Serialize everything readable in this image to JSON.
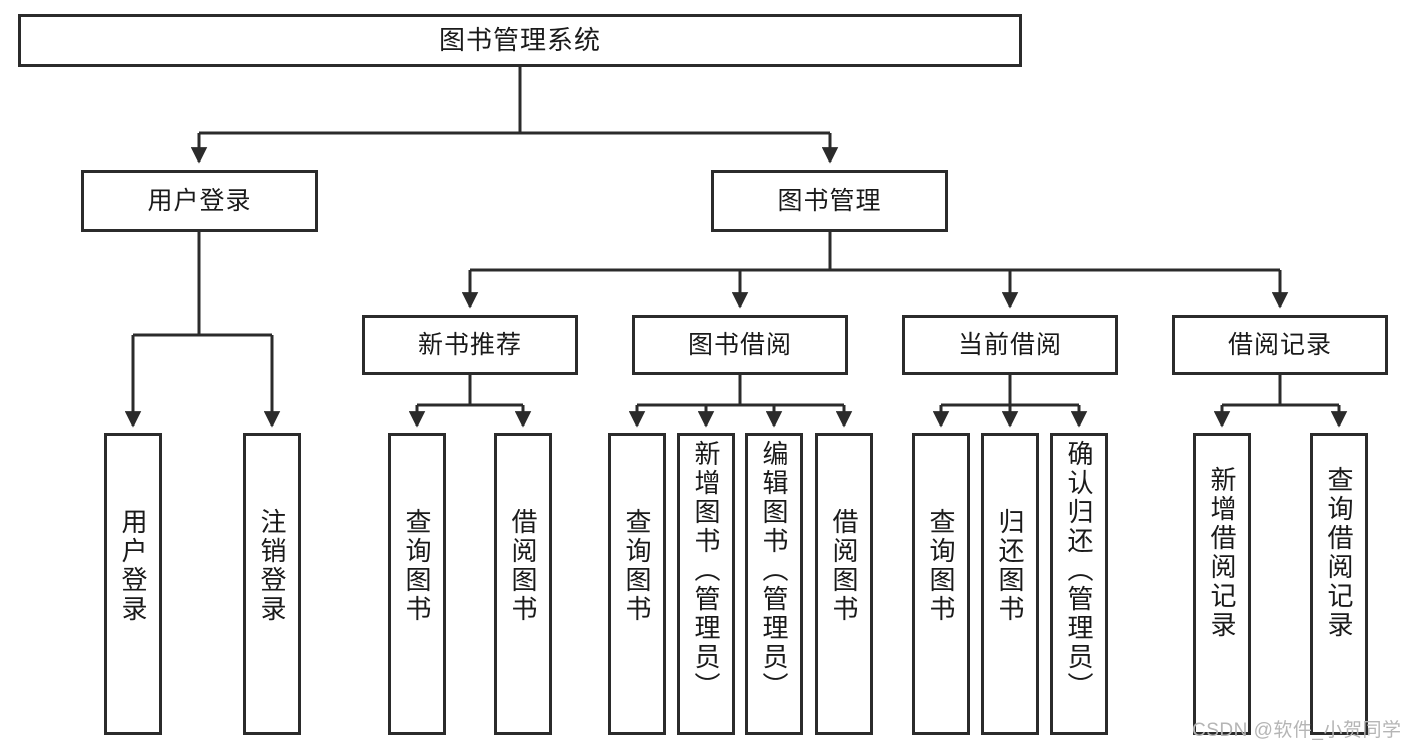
{
  "diagram": {
    "title": "图书管理系统",
    "root": {
      "label": "图书管理系统"
    },
    "level2": [
      {
        "label": "用户登录"
      },
      {
        "label": "图书管理"
      }
    ],
    "level3": [
      {
        "label": "新书推荐"
      },
      {
        "label": "图书借阅"
      },
      {
        "label": "当前借阅"
      },
      {
        "label": "借阅记录"
      }
    ],
    "leaves": {
      "user_login": [
        {
          "label": "用户登录"
        },
        {
          "label": "注销登录"
        }
      ],
      "new_book_recommend": [
        {
          "label": "查询图书"
        },
        {
          "label": "借阅图书"
        }
      ],
      "book_borrow": [
        {
          "label": "查询图书"
        },
        {
          "label": "新增图书（管理员）"
        },
        {
          "label": "编辑图书（管理员）"
        },
        {
          "label": "借阅图书"
        }
      ],
      "current_borrow": [
        {
          "label": "查询图书"
        },
        {
          "label": "归还图书"
        },
        {
          "label": "确认归还（管理员）"
        }
      ],
      "borrow_record": [
        {
          "label": "新增借阅记录"
        },
        {
          "label": "查询借阅记录"
        }
      ]
    }
  },
  "watermark": {
    "text": "CSDN @软件_小贺同学"
  },
  "colors": {
    "stroke": "#2b2b2b",
    "background": "#ffffff",
    "text": "#1a1a1a",
    "watermark": "#b5b5b5"
  }
}
